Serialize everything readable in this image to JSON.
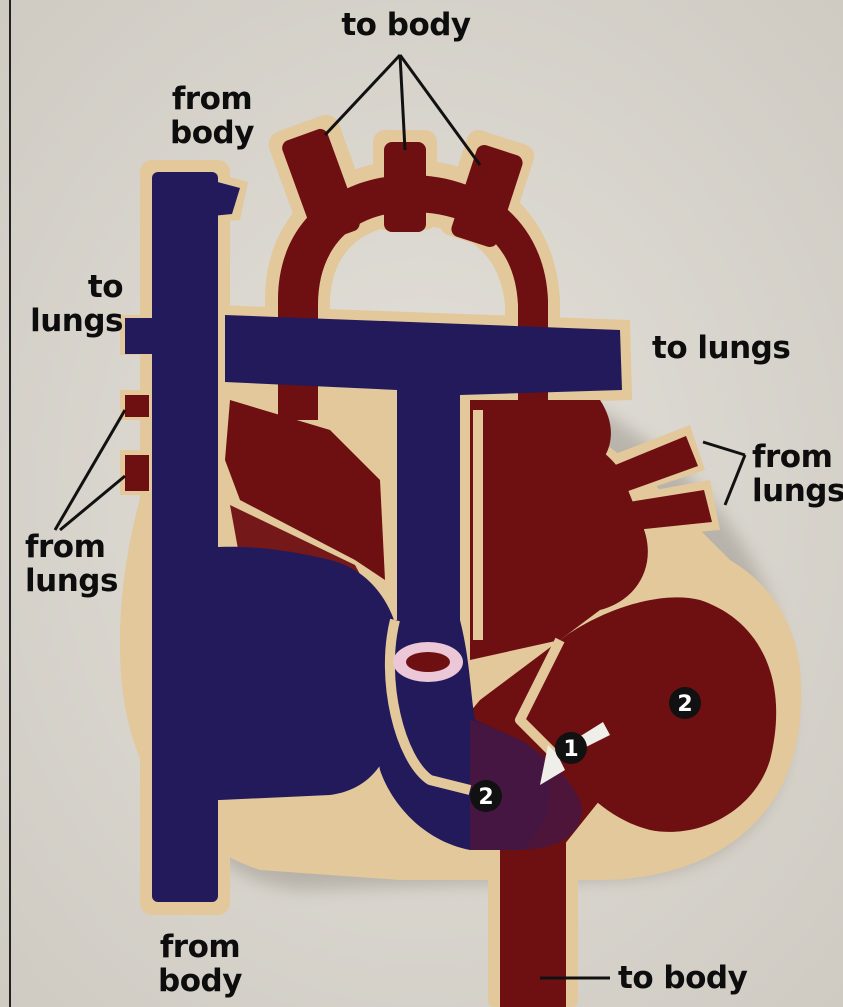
{
  "labels": {
    "to_body_top": "to body",
    "from_body_top": "from\nbody",
    "to_lungs_left": "to\nlungs",
    "to_lungs_right": "to lungs",
    "from_lungs_right": "from\nlungs",
    "from_lungs_left": "from\nlungs",
    "from_body_bottom": "from\nbody",
    "to_body_bottom": "to body"
  },
  "markers": {
    "one": "1",
    "two_right": "2",
    "two_left": "2"
  },
  "colors": {
    "background": "#d9d6cf",
    "oxygenated": "#6e0f12",
    "deoxygenated": "#231a5c",
    "outline": "#e2c89b",
    "leader_line": "#111111"
  }
}
